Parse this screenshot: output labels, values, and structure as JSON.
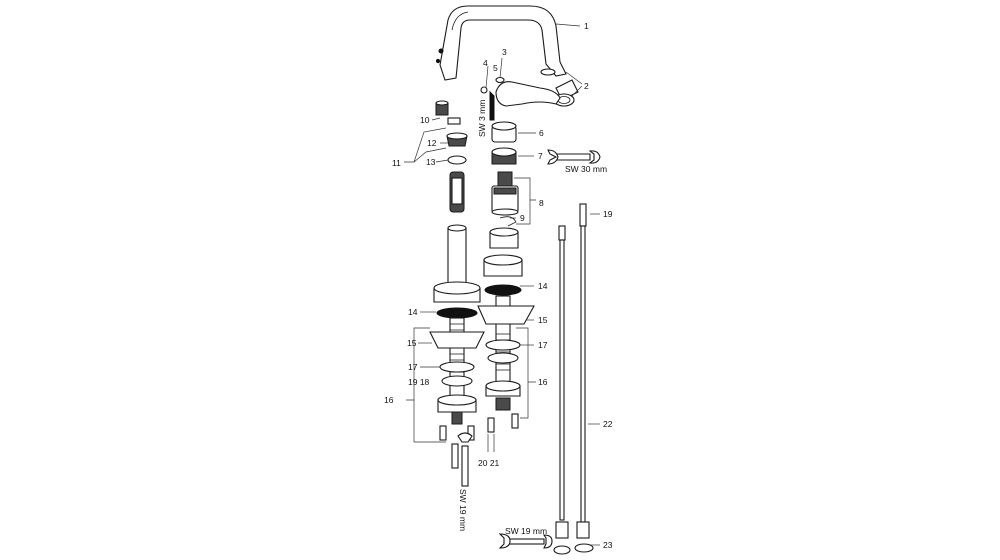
{
  "callouts": {
    "c1": "1",
    "c2": "2",
    "c3": "3",
    "c4": "4",
    "c5": "5",
    "c6": "6",
    "c7": "7",
    "c8": "8",
    "c9": "9",
    "c10": "10",
    "c11": "11",
    "c12": "12",
    "c13": "13",
    "c14_left": "14",
    "c14_right": "14",
    "c15_left": "15",
    "c15_right": "15",
    "c16_left": "16",
    "c16_right": "16",
    "c17_left": "17",
    "c17_right": "17",
    "c1918": "19 18",
    "c19": "19",
    "c2021": "20 21",
    "c22": "22",
    "c23": "23"
  },
  "tools": {
    "allen_key": "SW 3 mm",
    "wrench_cartridge": "SW 30 mm",
    "wrench_valve": "SW 19 mm",
    "wrench_hose": "SW 19 mm"
  }
}
